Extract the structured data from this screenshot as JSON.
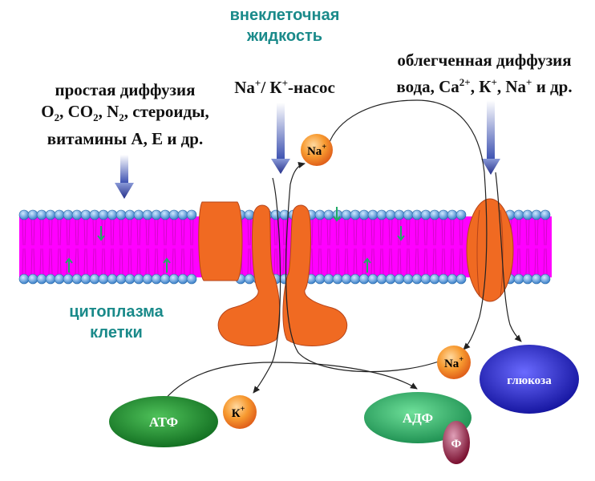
{
  "labels": {
    "extracellular": [
      "внеклеточная",
      "жидкость"
    ],
    "cytoplasm": [
      "цитоплазма",
      "клетки"
    ],
    "pump": {
      "na": "Na",
      "na_sup": "+",
      "slash": "/ К",
      "k_sup": "+",
      "rest": "-насос"
    },
    "simple": {
      "title": "простая диффузия",
      "line2": [
        [
          "O",
          "2"
        ],
        [
          ", CO",
          "2"
        ],
        [
          ", N",
          "2"
        ],
        [
          ", стероиды,",
          ""
        ]
      ],
      "line3": "витамины А, Е и др."
    },
    "facilitated": {
      "title": "облегченная диффузия",
      "line2": {
        "a": "вода, Ca",
        "a_sup": "2+",
        "b": ", К",
        "b_sup": "+",
        "c": ", Na",
        "c_sup": "+",
        "d": " и др."
      }
    }
  },
  "molecules": {
    "na_top": {
      "text": "Na",
      "sup": "+"
    },
    "na_bottom": {
      "text": "Na",
      "sup": "+"
    },
    "k": {
      "text": "К",
      "sup": "+"
    },
    "atp": "АТФ",
    "adp": "АДФ",
    "phosphate": "Ф",
    "glucose": "глюкоза"
  },
  "colors": {
    "teal_text": "#1a8a8a",
    "lipid_tail": "#ff00ff",
    "lipid_head": "#4f9fdc",
    "protein": "#f06a22",
    "ion_ball": "#f59a2a",
    "atp": "#1e8c2e",
    "adp": "#2aa860",
    "glucose": "#2222cc",
    "phosphate": "#8b1538"
  }
}
